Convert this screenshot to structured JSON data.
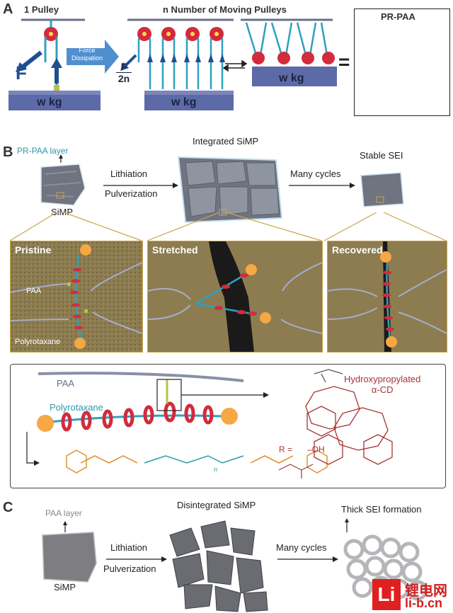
{
  "panel_a": {
    "label": "A",
    "title_one": "1 Pulley",
    "title_n": "n Number of Moving Pulleys",
    "title_pr": "PR-PAA",
    "force_label": "F",
    "force_fraction_num": "F",
    "force_fraction_den": "2n",
    "arrow_text_line1": "Force",
    "arrow_text_line2": "Dissipation",
    "weight_label": "w kg",
    "equals": "="
  },
  "panel_b": {
    "label": "B",
    "layer_label": "PR-PAA layer",
    "simp_label": "SiMP",
    "step1_line1": "Lithiation",
    "step1_line2": "Pulverization",
    "integrated_label": "Integrated SiMP",
    "many_cycles": "Many cycles",
    "stable_sei": "Stable SEI",
    "inset_pristine": "Pristine",
    "inset_stretched": "Stretched",
    "inset_recovered": "Recovered",
    "paa": "PAA",
    "polyrotaxane": "Polyrotaxane"
  },
  "chem": {
    "paa": "PAA",
    "polyrotaxane": "Polyrotaxane",
    "hp_line1": "Hydroxypropylated",
    "hp_line2": "α-CD",
    "r_eq": "R =",
    "oh": "–OH",
    "n": "n"
  },
  "panel_c": {
    "label": "C",
    "layer_label": "PAA layer",
    "simp_label": "SiMP",
    "step1_line1": "Lithiation",
    "step1_line2": "Pulverization",
    "disintegrated_label": "Disintegrated SiMP",
    "many_cycles": "Many cycles",
    "thick_sei": "Thick SEI formation"
  },
  "watermark": {
    "logo": "Li",
    "cn": "锂电网",
    "url": "li-b.cn"
  },
  "colors": {
    "pulley_red": "#d22c3c",
    "rod_blue": "#2fa0c0",
    "weight_blue": "#5c6aa8",
    "arrow_navy": "#1f4f8f",
    "paa_gray": "#6a6f8c",
    "orange": "#f5a843",
    "chem_red": "#a83232",
    "chem_orange": "#e08a20",
    "chem_teal": "#2a9aa8"
  }
}
